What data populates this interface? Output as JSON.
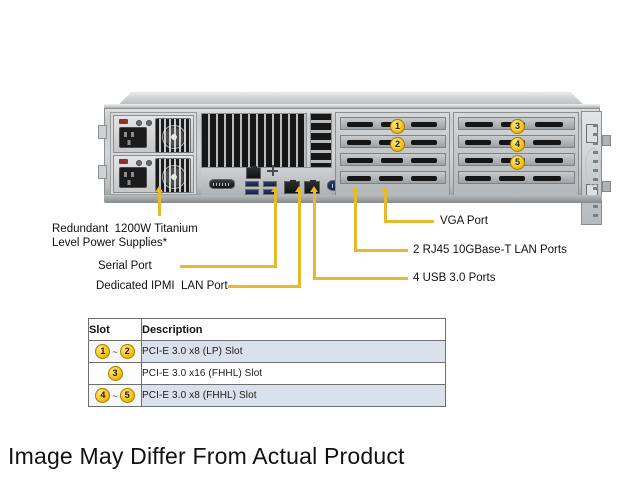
{
  "product_image": {
    "alt": "Rear view of 2U rackmount server chassis",
    "chassis": {
      "psu_bay": {
        "psu_count": 2
      },
      "io_ports": [
        {
          "name": "serial-port"
        },
        {
          "name": "ipmi-lan-port"
        },
        {
          "name": "usb-port"
        },
        {
          "name": "usb-port"
        },
        {
          "name": "usb-port"
        },
        {
          "name": "usb-port"
        },
        {
          "name": "lan-port"
        },
        {
          "name": "lan-port"
        },
        {
          "name": "vga-port"
        }
      ],
      "slot_badges": [
        "1",
        "2",
        "3",
        "4",
        "5"
      ]
    }
  },
  "callouts": [
    {
      "id": "psu",
      "text": "Redundant  1200W Titanium\nLevel Power Supplies*"
    },
    {
      "id": "serial",
      "text": "Serial Port"
    },
    {
      "id": "ipmi",
      "text": "Dedicated IPMI  LAN Port"
    },
    {
      "id": "vga",
      "text": "VGA Port"
    },
    {
      "id": "lan",
      "text": "2 RJ45 10GBase-T LAN Ports"
    },
    {
      "id": "usb",
      "text": "4 USB 3.0 Ports"
    }
  ],
  "slot_table": {
    "headers": [
      "Slot",
      "Description"
    ],
    "rows": [
      {
        "badges": [
          "1",
          "2"
        ],
        "separator": "~",
        "description": "PCI-E 3.0 x8 (LP) Slot"
      },
      {
        "badges": [
          "3"
        ],
        "separator": "",
        "description": "PCI-E 3.0 x16 (FHHL) Slot"
      },
      {
        "badges": [
          "4",
          "5"
        ],
        "separator": "~",
        "description": "PCI-E 3.0 x8 (FHHL) Slot"
      }
    ]
  },
  "caption": "Image May Differ From Actual Product",
  "colors": {
    "callout_line": "#e8b92a",
    "badge_fill": "#f5c218",
    "table_row_alt": "#d9e2ec",
    "chassis_gray": "#c8cacb"
  }
}
